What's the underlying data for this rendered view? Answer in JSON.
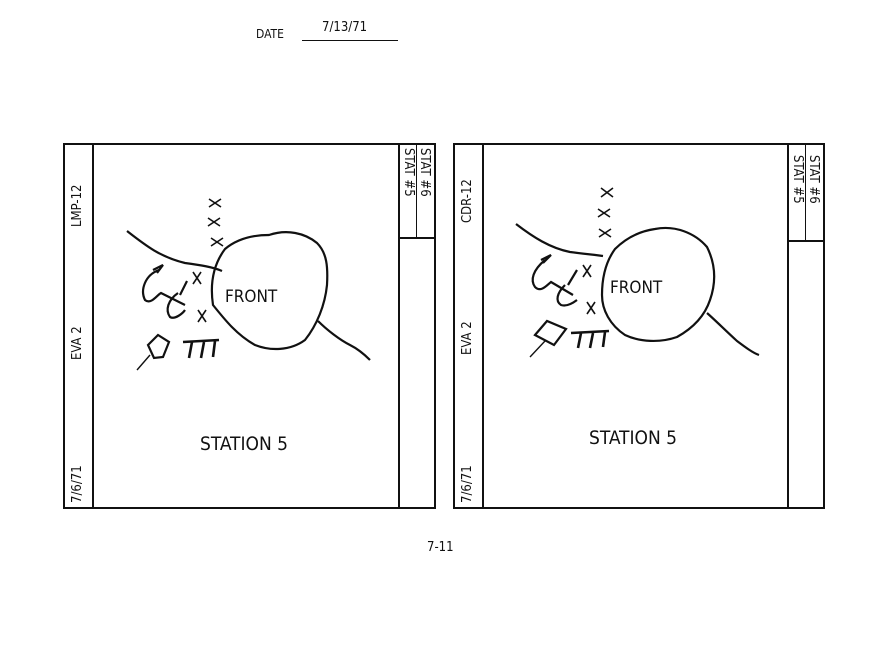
{
  "header": {
    "date_label": "DATE",
    "date_value": "7/13/71"
  },
  "panels": [
    {
      "crew_label": "LMP-12",
      "eva_label": "EVA 2",
      "date": "7/6/71",
      "stat_labels": [
        "STAT #6",
        "STAT #5"
      ],
      "feature_label": "FRONT",
      "station_label": "STATION 5"
    },
    {
      "crew_label": "CDR-12",
      "eva_label": "EVA 2",
      "date": "7/6/71",
      "stat_labels": [
        "STAT #6",
        "STAT #5"
      ],
      "feature_label": "FRONT",
      "station_label": "STATION 5"
    }
  ],
  "footer": {
    "page_number": "7-11"
  }
}
